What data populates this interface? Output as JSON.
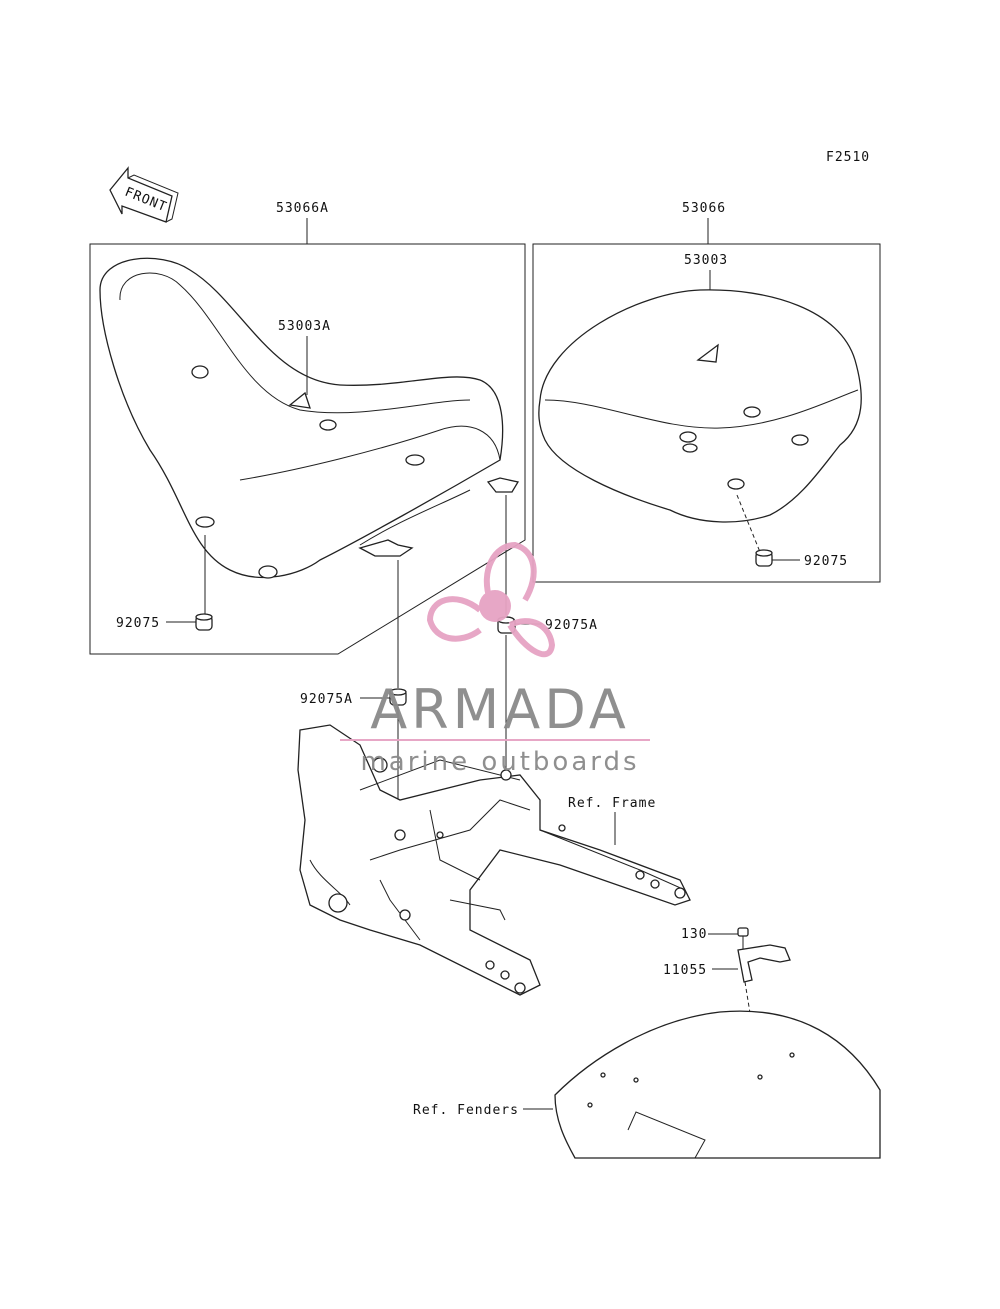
{
  "figure_code": "F2510",
  "front_label": "FRONT",
  "callouts": {
    "rider_seat_assy": "53066A",
    "rider_seat_cover": "53003A",
    "rider_damper": "92075",
    "passenger_seat_assy": "53066",
    "passenger_seat_cover": "53003",
    "passenger_damper": "92075",
    "damper_a_upper": "92075A",
    "damper_a_lower": "92075A",
    "frame_ref": "Ref. Frame",
    "bolt": "130",
    "bracket": "11055",
    "fenders_ref": "Ref. Fenders"
  },
  "watermark": {
    "brand": "ARMADA",
    "tagline": "marine outboards",
    "logo_color": "#e6a3c3",
    "text_color": "#8a8a8a"
  }
}
